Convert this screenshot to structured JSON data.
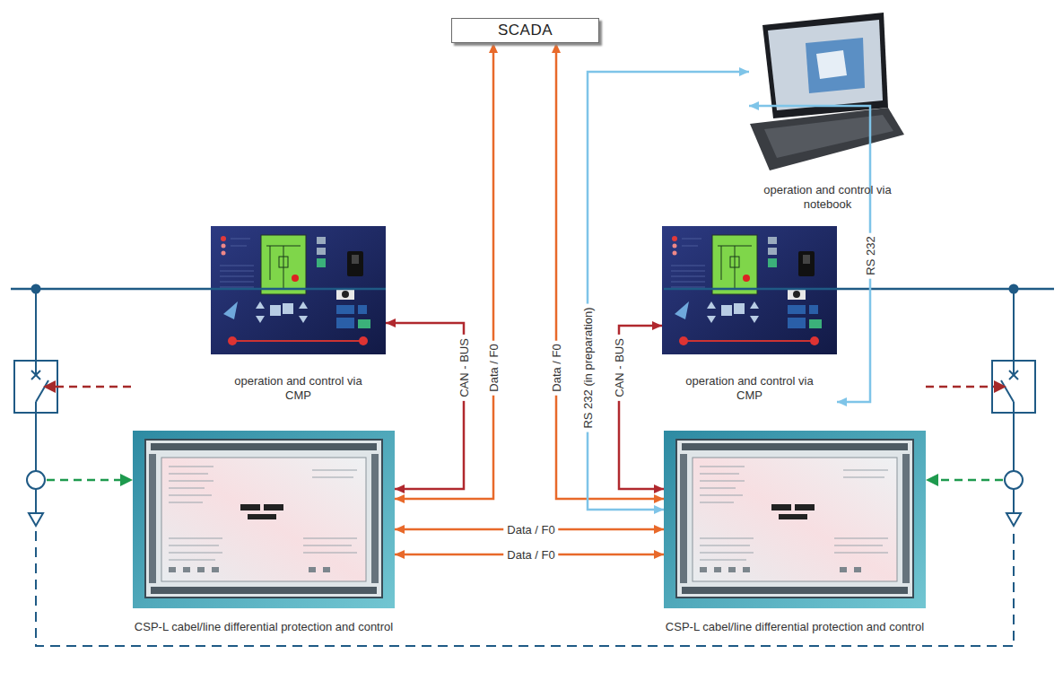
{
  "diagram": {
    "nodes": [
      {
        "text": [
          "SCADA"
        ]
      },
      {
        "text": [
          "operation and control via notebook"
        ]
      },
      {
        "text": [
          "operation and control via CMP"
        ]
      },
      {
        "text": [
          "operation and control via CMP"
        ]
      },
      {
        "text": [
          "CSP-L cabel/line differential protection and control"
        ]
      },
      {
        "text": [
          "CSP-L cabel/line differential protection and control"
        ]
      }
    ],
    "edges": [
      {
        "from": 4,
        "to": 0,
        "label": "Data / F0",
        "arrow": "both"
      },
      {
        "from": 5,
        "to": 0,
        "label": "Data / F0",
        "arrow": "both"
      },
      {
        "from": 4,
        "to": 5,
        "label": "Data / F0",
        "arrow": "both"
      },
      {
        "from": 4,
        "to": 5,
        "label": "Data / F0",
        "arrow": "both"
      },
      {
        "from": 4,
        "to": 2,
        "label": "CAN - BUS",
        "arrow": "both"
      },
      {
        "from": 5,
        "to": 3,
        "label": "CAN - BUS",
        "arrow": "both"
      },
      {
        "from": 5,
        "to": 1,
        "label": "RS 232 (in preparation)",
        "arrow": "both"
      },
      {
        "from": 3,
        "to": 1,
        "label": "RS 232",
        "arrow": "both"
      }
    ]
  }
}
